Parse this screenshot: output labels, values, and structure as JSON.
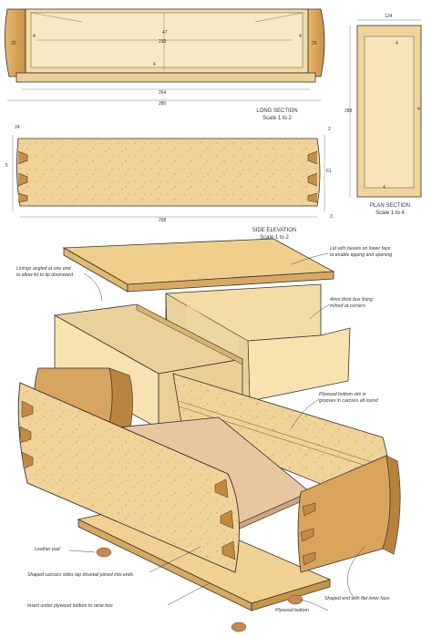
{
  "colors": {
    "wood_light": "#f3dca0",
    "wood_mid": "#e6c27a",
    "wood_dark": "#c99a52",
    "birdseye": "#eccb86",
    "plywood": "#e9c9a3",
    "leather": "#c7894e",
    "line": "#3a3a3a",
    "dim_line": "#555555"
  },
  "long_section": {
    "title": "LONG SECTION",
    "scale": "Scale 1 to 2",
    "dims": {
      "inner_length": "230",
      "overall_length": "280",
      "base_length": "264",
      "height": "47",
      "end_thickness_left": "25",
      "end_thickness_right": "25",
      "small_a": "4",
      "small_b": "4",
      "small_c": "4"
    }
  },
  "plan_section": {
    "title": "PLAN SECTION",
    "scale": "Scale 1 to 4",
    "dims": {
      "width": "124",
      "length": "288",
      "small_a": "4",
      "small_b": "4",
      "small_c": "4"
    }
  },
  "side_elevation": {
    "title": "SIDE ELEVATION",
    "scale": "Scale 1 to 2",
    "dims": {
      "left_top": "24",
      "left_mid": "5",
      "length": "258",
      "right_top": "2",
      "right_mid": "61",
      "right_bottom": "3"
    }
  },
  "annotations": {
    "lid": [
      "Lid with bevels on lower face",
      "to enable tipping and opening"
    ],
    "linings_angled": [
      "Linings angled at one end",
      "to allow lid to tip downward"
    ],
    "lining_thickness": [
      "4mm thick box lining",
      "mitred at corners"
    ],
    "plywood_grooves": [
      "Plywood bottom sits in",
      "grooves in carcass all round"
    ],
    "shaped_end": "Shaped end with flat inner face",
    "leather_pad": "Leather pad",
    "dovetail": "Shaped carcass sides lap dovetail joined into ends",
    "plywood_bottom": "Plywood bottom",
    "insert": "Insert under plywood bottom to raise box"
  }
}
